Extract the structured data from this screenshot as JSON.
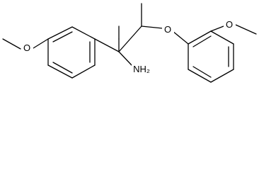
{
  "molecule": {
    "atom_labels": {
      "oxygen_para_methoxy": "O",
      "oxygen_ether": "O",
      "oxygen_ortho_methoxy": "O",
      "amine": "NH₂"
    },
    "line_color": "#000000",
    "background_color": "#ffffff"
  }
}
